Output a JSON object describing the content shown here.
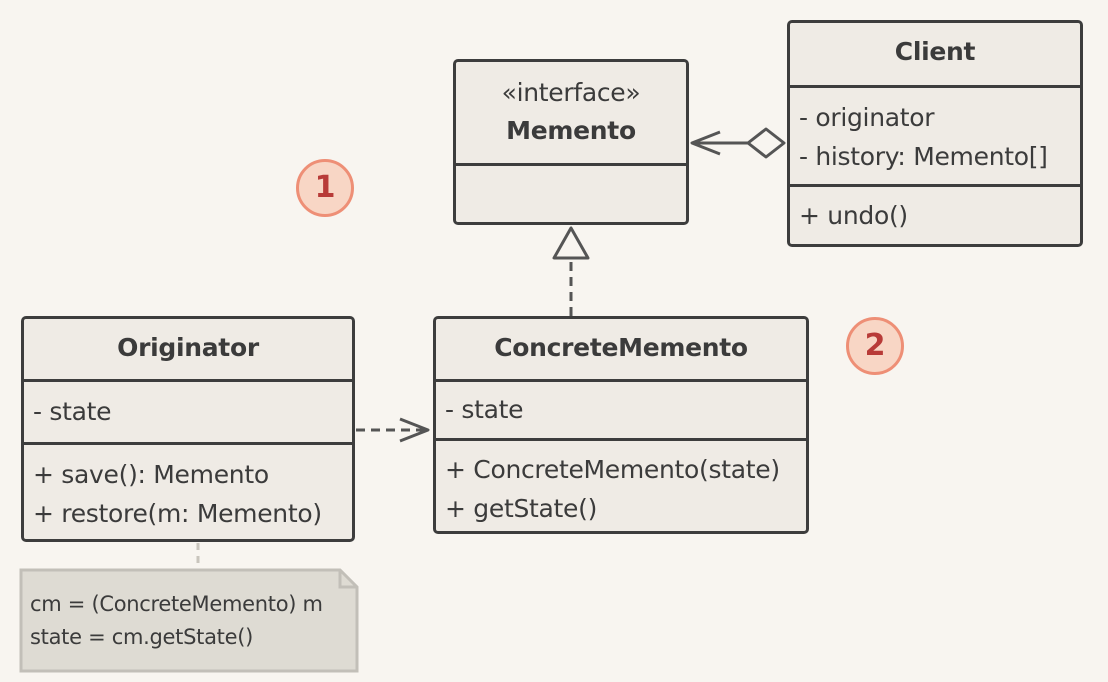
{
  "memento": {
    "stereotype": "«interface»",
    "name": "Memento"
  },
  "client": {
    "name": "Client",
    "fields": [
      "- originator",
      "- history: Memento[]"
    ],
    "methods": [
      "+ undo()"
    ]
  },
  "originator": {
    "name": "Originator",
    "fields": [
      "- state"
    ],
    "methods": [
      "+ save(): Memento",
      "+ restore(m: Memento)"
    ]
  },
  "concrete_memento": {
    "name": "ConcreteMemento",
    "fields": [
      "- state"
    ],
    "methods": [
      "+ ConcreteMemento(state)",
      "+ getState()"
    ]
  },
  "note": {
    "lines": [
      "cm = (ConcreteMemento) m",
      "state = cm.getState()"
    ]
  },
  "badges": [
    "1",
    "2"
  ],
  "colors": {
    "box_fill": "#efebe5",
    "border": "#3d3d3d",
    "note_fill": "#dedbd3",
    "badge_fill": "#f8d6c5",
    "badge_border": "#ee8f76",
    "badge_text": "#b83b38",
    "background": "#f8f5f0"
  }
}
